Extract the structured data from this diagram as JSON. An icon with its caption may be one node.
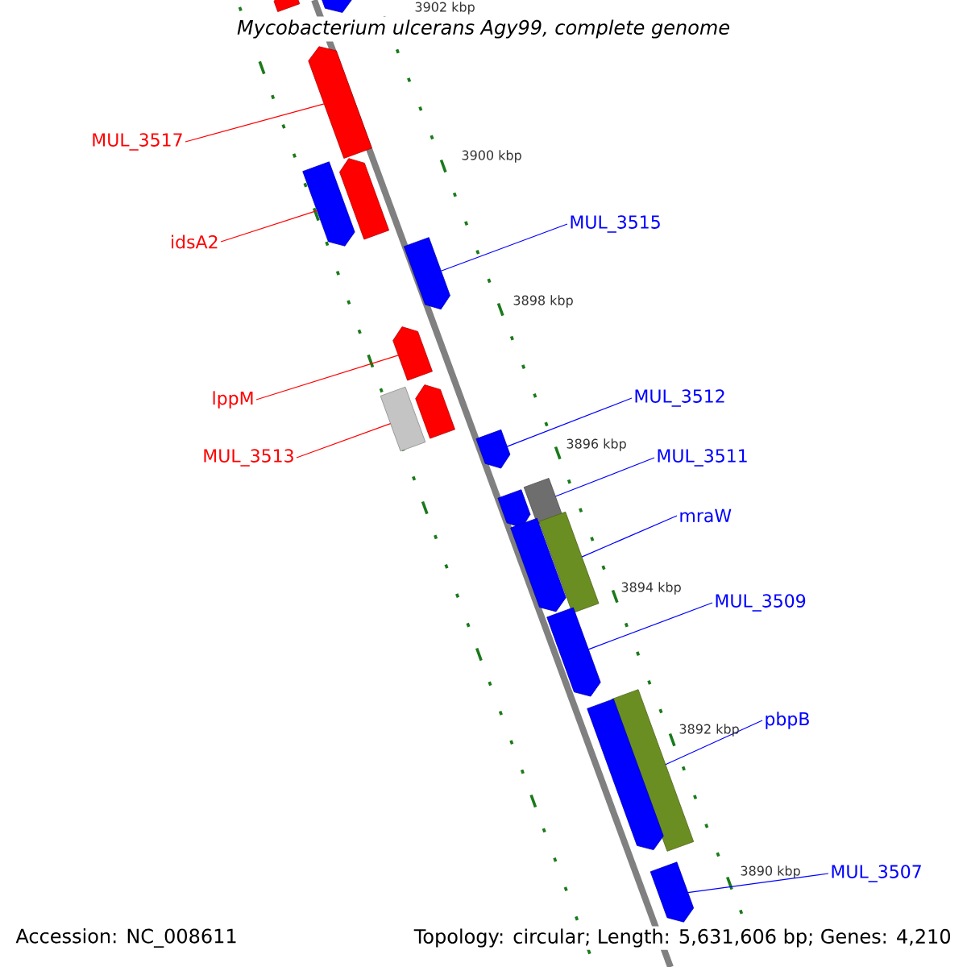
{
  "diagram": {
    "title": "Mycobacterium ulcerans Agy99, complete genome",
    "nodes": [
      {
        "text": [
          "MUL_3517"
        ]
      },
      {
        "text": [
          "idsA2"
        ]
      },
      {
        "text": [
          "MUL_3515"
        ]
      },
      {
        "text": [
          "lppM"
        ]
      },
      {
        "text": [
          "MUL_3513"
        ]
      },
      {
        "text": [
          "MUL_3512"
        ]
      },
      {
        "text": [
          "MUL_3511"
        ]
      },
      {
        "text": [
          "mraW"
        ]
      },
      {
        "text": [
          "MUL_3509"
        ]
      },
      {
        "text": [
          "pbpB"
        ]
      },
      {
        "text": [
          "MUL_3507"
        ]
      },
      {
        "text": [],
        "shape": "arrow"
      },
      {
        "text": [],
        "shape": "arrow"
      },
      {
        "text": [],
        "shape": "arrow"
      },
      {
        "text": [],
        "shape": "arrow"
      },
      {
        "text": [],
        "shape": "arrow"
      },
      {
        "text": [],
        "shape": "arrow"
      },
      {
        "text": [],
        "shape": "arrow"
      },
      {
        "text": [],
        "shape": "bar"
      },
      {
        "text": [],
        "shape": "arrow"
      },
      {
        "text": [],
        "shape": "arrow"
      },
      {
        "text": [],
        "shape": "bar"
      },
      {
        "text": [],
        "shape": "arrow"
      },
      {
        "text": [],
        "shape": "bar"
      },
      {
        "text": [],
        "shape": "arrow"
      },
      {
        "text": [],
        "shape": "arrow"
      },
      {
        "text": [],
        "shape": "bar"
      },
      {
        "text": [],
        "shape": "arrow"
      },
      {
        "text": [],
        "shape": "arrow"
      }
    ],
    "edges": [
      {
        "from": 0,
        "to": 13,
        "arrow": "none",
        "color": "#ff0000"
      },
      {
        "from": 1,
        "to": 14,
        "arrow": "none",
        "color": "#ff0000"
      },
      {
        "from": 2,
        "to": 16,
        "arrow": "none"
      },
      {
        "from": 3,
        "to": 17,
        "arrow": "none",
        "color": "#ff0000"
      },
      {
        "from": 4,
        "to": 18,
        "arrow": "none",
        "color": "#ff0000"
      },
      {
        "from": 5,
        "to": 20,
        "arrow": "none"
      },
      {
        "from": 6,
        "to": 21,
        "arrow": "none"
      },
      {
        "from": 7,
        "to": 23,
        "arrow": "none"
      },
      {
        "from": 8,
        "to": 25,
        "arrow": "none"
      },
      {
        "from": 9,
        "to": 26,
        "arrow": "none"
      },
      {
        "from": 10,
        "to": 28,
        "arrow": "none"
      }
    ],
    "labels": [
      "3902 kbp",
      "3900 kbp",
      "3898 kbp",
      "3896 kbp",
      "3894 kbp",
      "3892 kbp",
      "3890 kbp",
      "Accession: NC_008611",
      "Topology: circular; Length: 5,631,606 bp; Genes: 4,210"
    ]
  }
}
